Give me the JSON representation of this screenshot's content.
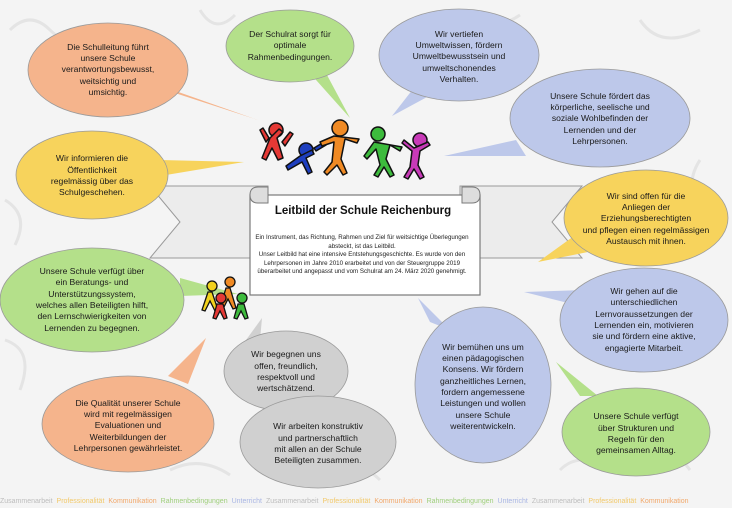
{
  "title": "Leitbild der Schule Reichenburg",
  "intro": "Ein Instrument, das Richtung, Rahmen und Ziel für weitsichtige Überlegungen absteckt, ist das Leitbild.\nUnser Leitbild hat eine intensive Entstehungsgeschichte. Es wurde von den Lehrpersonen im Jahre 2010 erarbeitet und von der Steuergruppe 2019 überarbeitet und angepasst und vom Schulrat am 24. März 2020 genehmigt.",
  "bubbles": {
    "schulleitung": {
      "text": "Die Schulleitung führt\nunsere Schule\nverantwortungsbewusst,\nweitsichtig und\numsichtig.",
      "color": "#f5b48c"
    },
    "schulrat": {
      "text": "Der Schulrat sorgt für\noptimale\nRahmenbedingungen.",
      "color": "#b4e08a"
    },
    "umwelt": {
      "text": "Wir vertiefen\nUmweltwissen, fördern\nUmweltbewusstsein und\numweltschonendes\nVerhalten.",
      "color": "#bdc8ea"
    },
    "wohlbefinden": {
      "text": "Unsere Schule fördert das\nkörperliche, seelische und\nsoziale Wohlbefinden der\nLernenden und der\nLehrpersonen.",
      "color": "#bdc8ea"
    },
    "oeffentlichkeit": {
      "text": "Wir informieren die\nÖffentlichkeit\nregelmässig über das\nSchulgeschehen.",
      "color": "#f7d35c"
    },
    "erziehung": {
      "text": "Wir sind offen für die\nAnliegen der\nErziehungsberechtigten\nund pflegen einen regelmässigen\nAustausch mit ihnen.",
      "color": "#f7d35c"
    },
    "beratung": {
      "text": "Unsere Schule verfügt über\nein Beratungs- und\nUnterstützungssystem,\nwelches allen Beteiligten hilft,\nden Lernschwierigkeiten von\nLernenden zu begegnen.",
      "color": "#b4e08a"
    },
    "lernvoraussetzungen": {
      "text": "Wir gehen auf die\nunterschiedlichen\nLernvoraussetzungen der\nLernenden ein, motivieren\nsie und fördern eine aktive,\nengagierte Mitarbeit.",
      "color": "#bdc8ea"
    },
    "begegnen": {
      "text": "Wir begegnen uns\noffen, freundlich,\nrespektvoll und\nwertschätzend.",
      "color": "#d0d0d0"
    },
    "konsens": {
      "text": "Wir bemühen uns um\neinen pädagogischen\nKonsens. Wir fördern\nganzheitliches Lernen,\nfordern angemessene\nLeistungen und wollen\nunsere Schule\nweiterentwickeln.",
      "color": "#bdc8ea"
    },
    "qualitaet": {
      "text": "Die Qualität unserer Schule\nwird mit regelmässigen\nEvaluationen und\nWeiterbildungen der\nLehrpersonen gewährleistet.",
      "color": "#f5b48c"
    },
    "konstruktiv": {
      "text": "Wir arbeiten konstruktiv\nund partnerschaftlich\nmit allen an der Schule\nBeteiligten zusammen.",
      "color": "#d0d0d0"
    },
    "strukturen": {
      "text": "Unsere Schule verfügt\nüber Strukturen und\nRegeln für den\ngemeinsamen Alltag.",
      "color": "#b4e08a"
    }
  },
  "footer_words": [
    "Zusammenarbeit",
    "Professionalität",
    "Kommunikation",
    "Rahmenbedingungen",
    "Unterricht",
    "Zusammenarbeit",
    "Professionalität",
    "Kommunikation",
    "Rahmenbedingungen",
    "Unterricht",
    "Zusammenarbeit",
    "Professionalität",
    "Kommunikation"
  ],
  "footer_colors": [
    "#bdbdbd",
    "#f2c96a",
    "#f2a86a",
    "#9fcf7c",
    "#a9b6e4"
  ],
  "figure_colors": [
    "#e53935",
    "#1e3fbf",
    "#f08a24",
    "#3dbb3d",
    "#c83ab8",
    "#f2d21d"
  ]
}
